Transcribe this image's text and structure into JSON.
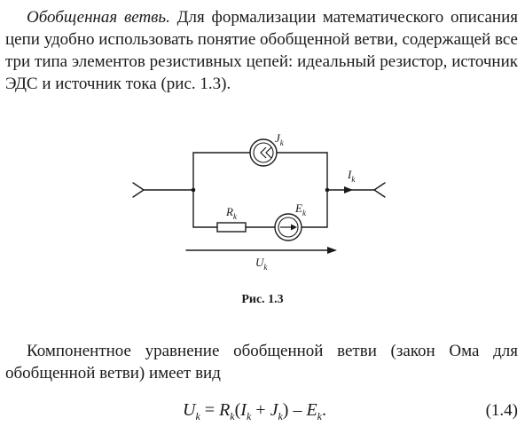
{
  "paragraph1": {
    "term": "Обобщенная ветвь.",
    "text": " Для формализации математического описания цепи удобно использовать понятие обобщенной ветви, содержащей все три типа элементов резистивных цепей: идеальный резистор, источник ЭДС и источник тока (рис. 1.3)."
  },
  "figure": {
    "labels": {
      "J": "J",
      "J_sub": "k",
      "I": "I",
      "I_sub": "k",
      "R": "R",
      "R_sub": "k",
      "E": "E",
      "E_sub": "k",
      "U": "U",
      "U_sub": "k"
    },
    "caption": "Рис. 1.3"
  },
  "paragraph2": "Компонентное уравнение обобщенной ветви (закон Ома для обобщенной ветви) имеет вид",
  "equation": {
    "U": "U",
    "k1": "k",
    "eq": " = ",
    "R": "R",
    "k2": "k",
    "lp": "(",
    "I": "I",
    "k3": "k",
    "plus": " + ",
    "J": "J",
    "k4": "k",
    "rp": ")",
    "minus": " – ",
    "E": "E",
    "k5": "k",
    "dot": ".",
    "number": "(1.4)"
  }
}
